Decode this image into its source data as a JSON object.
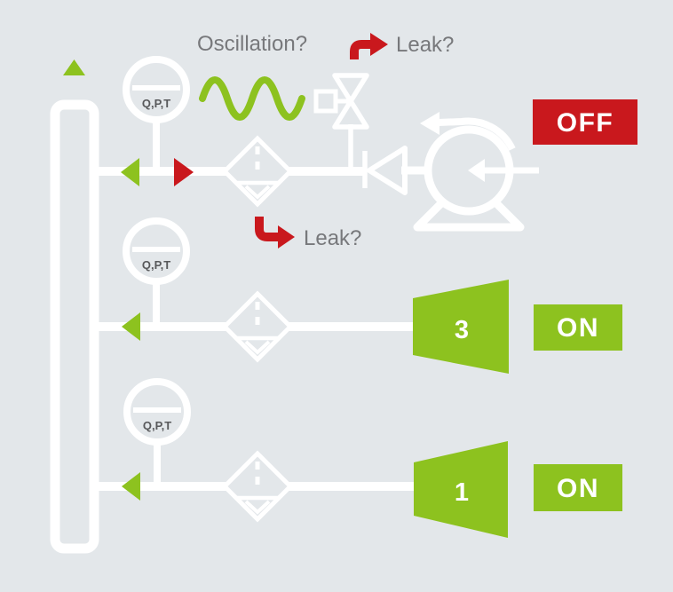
{
  "colors": {
    "bg": "#E3E7EA",
    "white": "#FFFFFF",
    "green": "#8DC21F",
    "red": "#C9181D",
    "gray": "#77787B",
    "darkgray": "#58595B"
  },
  "labels": {
    "oscillation": "Oscillation?",
    "leak_top": "Leak?",
    "leak_mid": "Leak?"
  },
  "gauges": [
    {
      "label": "Q,P,T"
    },
    {
      "label": "Q,P,T"
    },
    {
      "label": "Q,P,T"
    }
  ],
  "machines": {
    "pump": {
      "status": "OFF"
    },
    "turbine_top": {
      "number": "3",
      "status": "ON"
    },
    "turbine_bottom": {
      "number": "1",
      "status": "ON"
    }
  }
}
